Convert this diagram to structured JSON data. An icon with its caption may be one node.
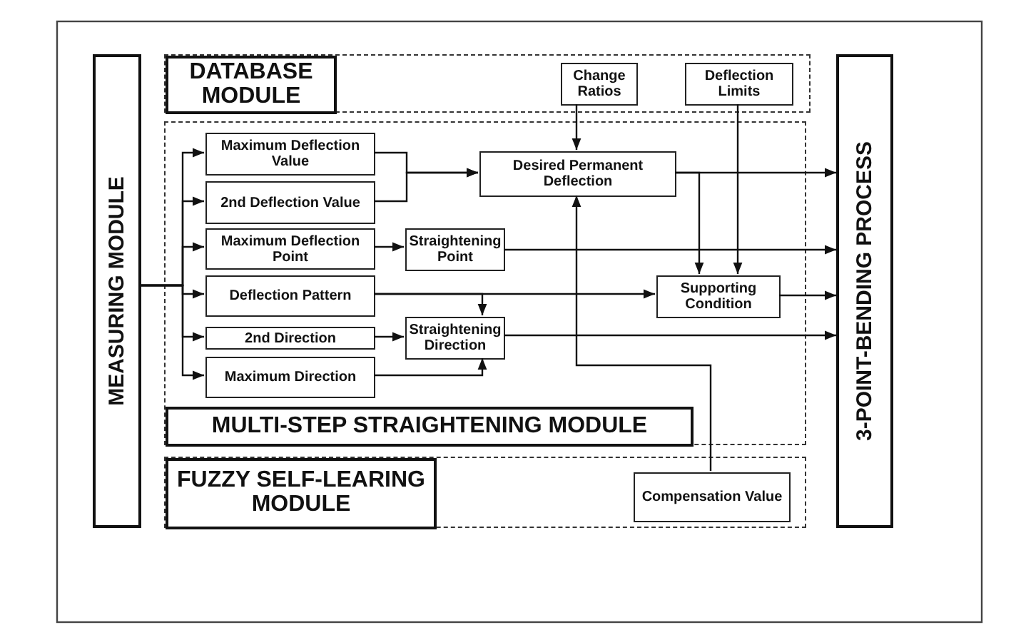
{
  "diagram": {
    "nodes": [
      {
        "text": [
          "MEASURING MODULE"
        ]
      },
      {
        "text": [
          "DATABASE MODULE"
        ]
      },
      {
        "text": [
          "Change Ratios"
        ],
        "in": 1
      },
      {
        "text": [
          "Deflection Limits"
        ],
        "in": 1
      },
      {
        "text": [
          "MULTI-STEP STRAIGHTENING MODULE"
        ]
      },
      {
        "text": [
          "Maximum Deflection Value"
        ],
        "in": 4
      },
      {
        "text": [
          "2nd Deflection Value"
        ],
        "in": 4
      },
      {
        "text": [
          "Desired Permanent Deflection"
        ],
        "in": 4
      },
      {
        "text": [
          "Maximum Deflection Point"
        ],
        "in": 4
      },
      {
        "text": [
          "Straightening Point"
        ],
        "in": 4
      },
      {
        "text": [
          "Deflection Pattern"
        ],
        "in": 4
      },
      {
        "text": [
          "Supporting Condition"
        ],
        "in": 4
      },
      {
        "text": [
          "2nd Direction"
        ],
        "in": 4
      },
      {
        "text": [
          "Straightening Direction"
        ],
        "in": 4
      },
      {
        "text": [
          "Maximum Direction"
        ],
        "in": 4
      },
      {
        "text": [
          "FUZZY SELF-LEARING MODULE"
        ]
      },
      {
        "text": [
          "Compensation Value"
        ],
        "in": 15
      },
      {
        "text": [
          "3-POINT-BENDING PROCESS"
        ]
      }
    ],
    "edges": [
      {
        "from": 0,
        "to": 5,
        "arrow": "to"
      },
      {
        "from": 0,
        "to": 6,
        "arrow": "to"
      },
      {
        "from": 0,
        "to": 8,
        "arrow": "to"
      },
      {
        "from": 0,
        "to": 10,
        "arrow": "to"
      },
      {
        "from": 0,
        "to": 12,
        "arrow": "to"
      },
      {
        "from": 0,
        "to": 14,
        "arrow": "to"
      },
      {
        "from": 5,
        "to": 7,
        "arrow": "to"
      },
      {
        "from": 6,
        "to": 7,
        "arrow": "to"
      },
      {
        "from": 2,
        "to": 7,
        "arrow": "to"
      },
      {
        "from": 7,
        "to": 17,
        "arrow": "to"
      },
      {
        "from": 7,
        "to": 11,
        "arrow": "to"
      },
      {
        "from": 3,
        "to": 11,
        "arrow": "to"
      },
      {
        "from": 8,
        "to": 9,
        "arrow": "to"
      },
      {
        "from": 9,
        "to": 17,
        "arrow": "to"
      },
      {
        "from": 10,
        "to": 11,
        "arrow": "to"
      },
      {
        "from": 10,
        "to": 13,
        "arrow": "to"
      },
      {
        "from": 12,
        "to": 13,
        "arrow": "to"
      },
      {
        "from": 14,
        "to": 13,
        "arrow": "to"
      },
      {
        "from": 13,
        "to": 17,
        "arrow": "to"
      },
      {
        "from": 11,
        "to": 17,
        "arrow": "to"
      },
      {
        "from": 16,
        "to": 7,
        "arrow": "to"
      }
    ]
  }
}
